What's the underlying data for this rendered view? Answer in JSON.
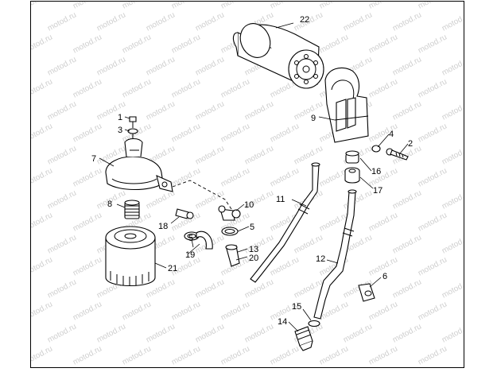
{
  "diagram": {
    "watermark": "motod.ru",
    "callouts": [
      {
        "id": "c1",
        "text": "1"
      },
      {
        "id": "c2",
        "text": "2"
      },
      {
        "id": "c3",
        "text": "3"
      },
      {
        "id": "c4",
        "text": "4"
      },
      {
        "id": "c5a",
        "text": "5"
      },
      {
        "id": "c5b",
        "text": "5"
      },
      {
        "id": "c6",
        "text": "6"
      },
      {
        "id": "c7",
        "text": "7"
      },
      {
        "id": "c8",
        "text": "8"
      },
      {
        "id": "c9",
        "text": "9"
      },
      {
        "id": "c10",
        "text": "10"
      },
      {
        "id": "c11",
        "text": "11"
      },
      {
        "id": "c12",
        "text": "12"
      },
      {
        "id": "c13",
        "text": "13"
      },
      {
        "id": "c14",
        "text": "14"
      },
      {
        "id": "c15",
        "text": "15"
      },
      {
        "id": "c16",
        "text": "16"
      },
      {
        "id": "c17",
        "text": "17"
      },
      {
        "id": "c18",
        "text": "18"
      },
      {
        "id": "c19",
        "text": "19"
      },
      {
        "id": "c20",
        "text": "20"
      },
      {
        "id": "c21",
        "text": "21"
      },
      {
        "id": "c22",
        "text": "22"
      }
    ]
  }
}
